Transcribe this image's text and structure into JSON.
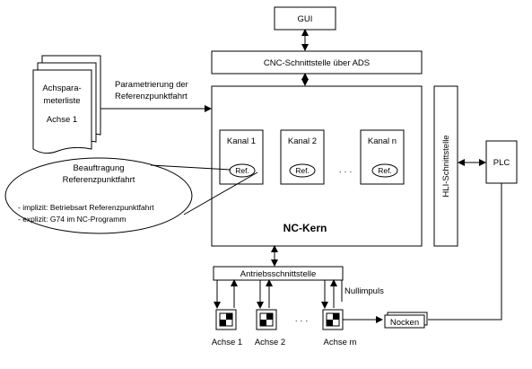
{
  "diagram": {
    "gui_label": "GUI",
    "cnc_interface_label": "CNC-Schnittstelle über ADS",
    "axis_param_list": {
      "title_line1": "Achspara-",
      "title_line2": "meterliste",
      "axis": "Achse 1"
    },
    "param_referencing": {
      "line1": "Parametrierung der",
      "line2": "Referenzpunktfahrt"
    },
    "nc_core_label": "NC-Kern",
    "channels": [
      {
        "label": "Kanal 1",
        "ref": "Ref."
      },
      {
        "label": "Kanal 2",
        "ref": "Ref."
      },
      {
        "label": "Kanal n",
        "ref": "Ref."
      }
    ],
    "channel_ellipsis": "· · ·",
    "hli_label": "HLI-Schnittstelle",
    "plc_label": "PLC",
    "task_ellipse": {
      "title_line1": "Beauftragung",
      "title_line2": "Referenzpunktfahrt",
      "bullet1": "- implizit: Betriebsart Referenzpunktfahrt",
      "bullet2": "- explizit: G74 im NC-Programm"
    },
    "drive_interface_label": "Antriebsschnittstelle",
    "zero_pulse_label": "Nullimpuls",
    "cam_label": "Nocken",
    "axes": [
      {
        "label": "Achse 1"
      },
      {
        "label": "Achse 2"
      },
      {
        "label": "Achse m"
      }
    ],
    "axes_ellipsis": "· · ·"
  }
}
